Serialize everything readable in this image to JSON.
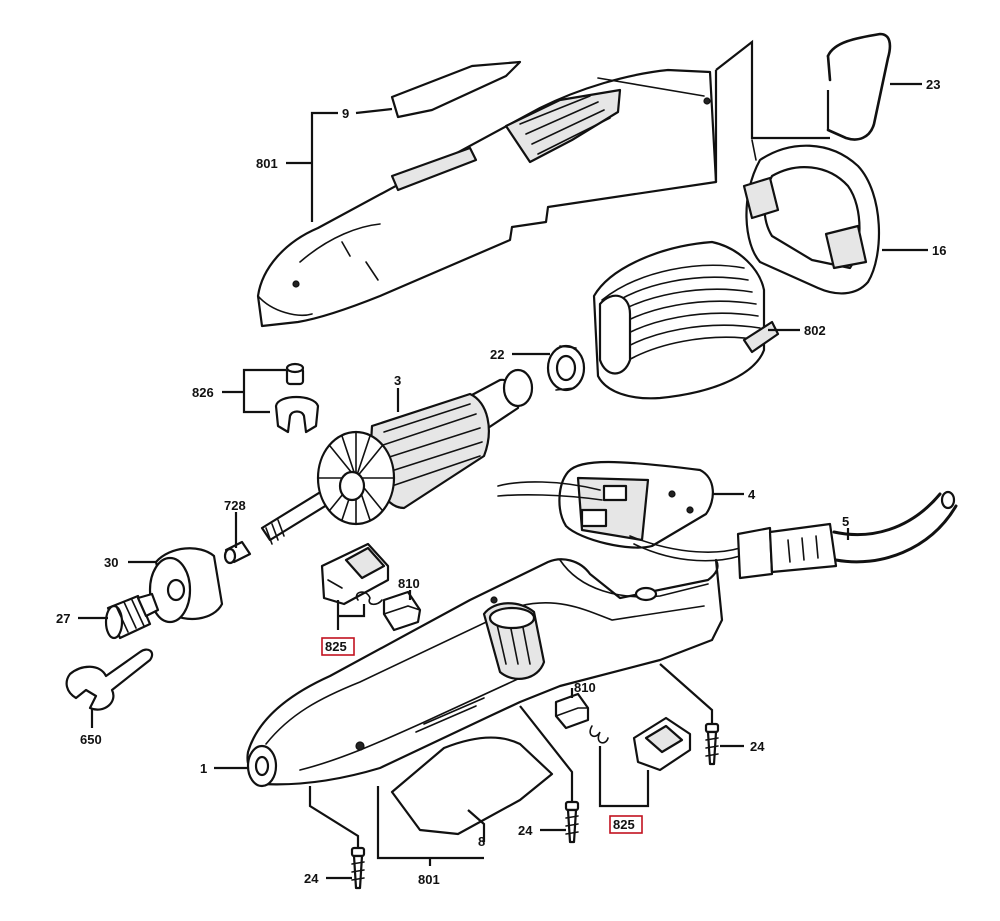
{
  "labels": {
    "l_9": "9",
    "l_801_top": "801",
    "l_23": "23",
    "l_16": "16",
    "l_802": "802",
    "l_22": "22",
    "l_826": "826",
    "l_3": "3",
    "l_4": "4",
    "l_5": "5",
    "l_728": "728",
    "l_30": "30",
    "l_810_a": "810",
    "l_825_a": "825",
    "l_27": "27",
    "l_650": "650",
    "l_810_b": "810",
    "l_24_right": "24",
    "l_1": "1",
    "l_24_mid": "24",
    "l_825_b": "825",
    "l_8": "8",
    "l_24_left": "24",
    "l_801_bottom": "801"
  },
  "highlight_color": "#c1121f"
}
